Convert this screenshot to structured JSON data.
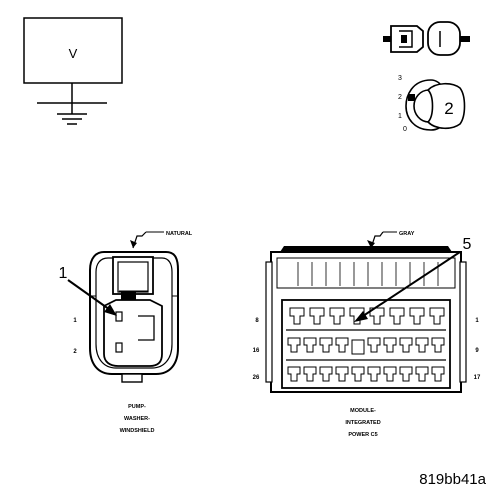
{
  "voltmeter": {
    "symbol": "V"
  },
  "key_icon": {
    "positions": [
      "3",
      "2",
      "1",
      "0"
    ],
    "key_label": "2"
  },
  "pump_connector": {
    "color": "NATURAL",
    "callout": "1",
    "pins": [
      "1",
      "2"
    ],
    "name": [
      "PUMP-",
      "WASHER-",
      "WINDSHIELD"
    ]
  },
  "module_connector": {
    "color": "GRAY",
    "callout": "5",
    "pins": [
      "8",
      "1",
      "16",
      "9",
      "26",
      "17"
    ],
    "name": [
      "MODULE-",
      "INTEGRATED",
      "POWER C5"
    ]
  },
  "figure_id": "819bb41a"
}
